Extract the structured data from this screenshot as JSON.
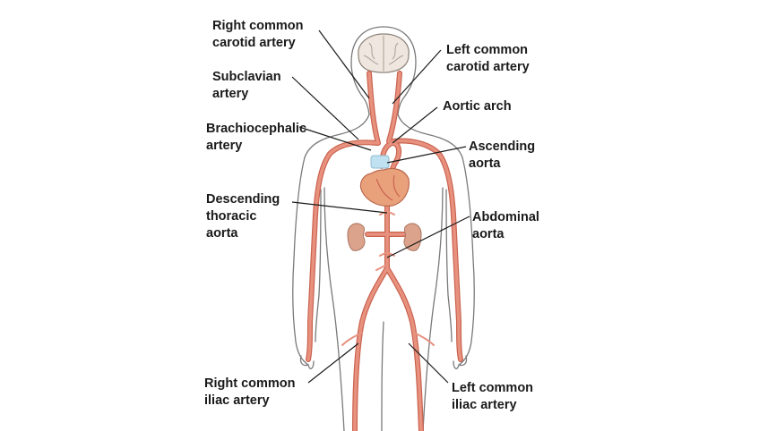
{
  "labels": {
    "right_common_carotid": [
      "Right common",
      "carotid artery"
    ],
    "left_common_carotid": [
      "Left common",
      "carotid artery"
    ],
    "subclavian": [
      "Subclavian",
      "artery"
    ],
    "aortic_arch": [
      "Aortic arch"
    ],
    "brachiocephalic": [
      "Brachiocephalic",
      "artery"
    ],
    "ascending_aorta": [
      "Ascending",
      "aorta"
    ],
    "descending_thoracic_aorta": [
      "Descending",
      "thoracic",
      "aorta"
    ],
    "abdominal_aorta": [
      "Abdominal",
      "aorta"
    ],
    "right_common_iliac": [
      "Right common",
      "iliac artery"
    ],
    "left_common_iliac": [
      "Left common",
      "iliac artery"
    ]
  },
  "colors": {
    "artery": "#e8917f",
    "artery_edge": "#c9634f",
    "body_outline": "#7a7a7a",
    "brain": "#efe7df",
    "heart": "#e9a17c",
    "kidney": "#dba28c",
    "aortic_valve": "#bfe1f0",
    "leader_line": "#1a1a1a"
  }
}
